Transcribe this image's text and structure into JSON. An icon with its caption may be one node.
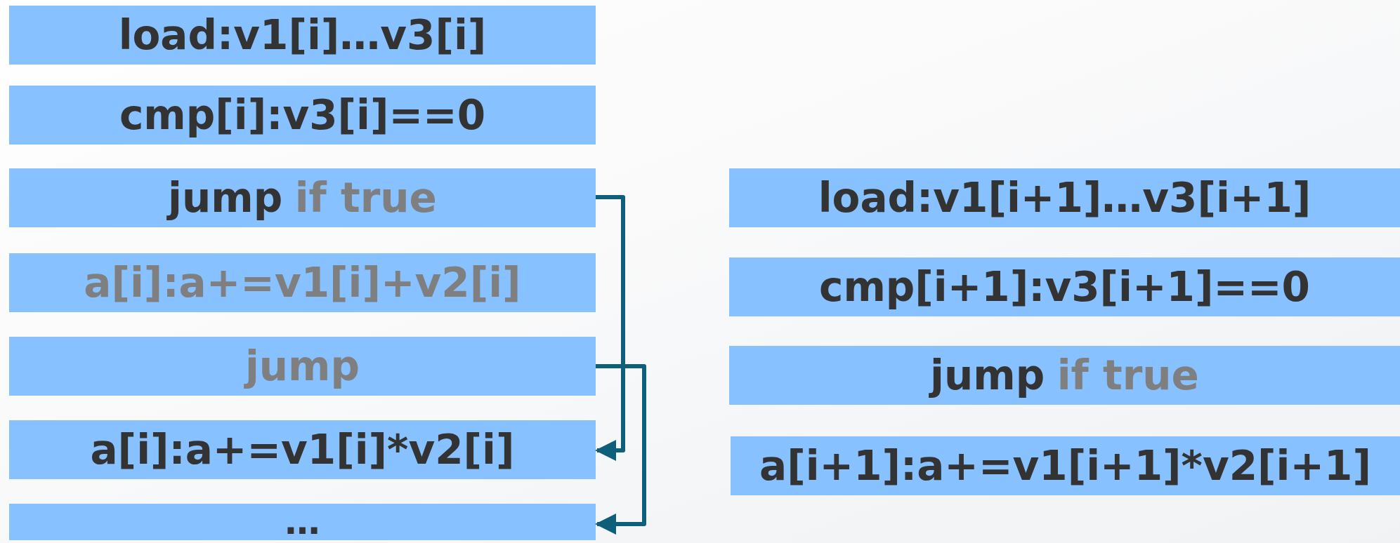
{
  "diagram": {
    "nodes": [
      {
        "text": [
          "load:v1[i]…v3[i]"
        ]
      },
      {
        "text": [
          "cmp[i]:v3[i]==0"
        ]
      },
      {
        "text": [
          "jump",
          "if true"
        ]
      },
      {
        "text": [
          "a[i]:a+=v1[i]+v2[i]"
        ]
      },
      {
        "text": [
          "jump"
        ]
      },
      {
        "text": [
          "a[i]:a+=v1[i]*v2[i]"
        ]
      },
      {
        "text": [
          "…"
        ]
      },
      {
        "text": [
          "load:v1[i+1]…v3[i+1]"
        ]
      },
      {
        "text": [
          "cmp[i+1]:v3[i+1]==0"
        ]
      },
      {
        "text": [
          "jump",
          "if true"
        ]
      },
      {
        "text": [
          "a[i+1]:a+=v1[i+1]*v2[i+1]"
        ]
      }
    ],
    "edges": [
      {
        "from": 2,
        "to": 5,
        "arrow": "to"
      },
      {
        "from": 4,
        "to": 6,
        "arrow": "to"
      }
    ]
  }
}
